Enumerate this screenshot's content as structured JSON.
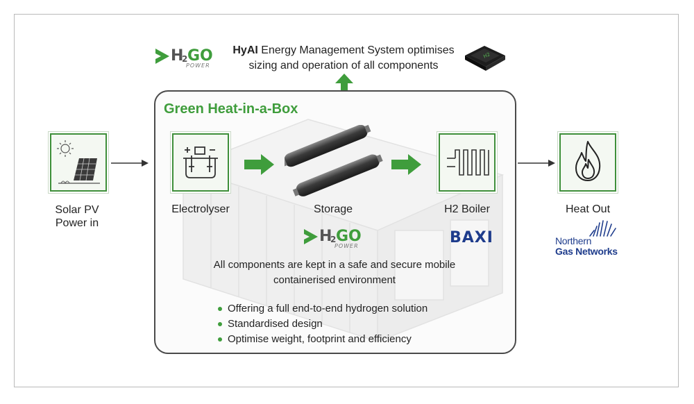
{
  "ems": {
    "brand": "HyAI",
    "line1_rest": " Energy Management System optimises",
    "line2": "sizing and operation of all components"
  },
  "logo": {
    "h": "H",
    "sub": "2",
    "go": "GO",
    "power": "POWER"
  },
  "box": {
    "title": "Green Heat-in-a-Box"
  },
  "nodes": {
    "solar": {
      "line1": "Solar PV",
      "line2": "Power in"
    },
    "electrolyser": "Electrolyser",
    "storage": "Storage",
    "boiler": "H2 Boiler",
    "heat": "Heat Out"
  },
  "caption": {
    "line1": "All components are kept in a safe and secure mobile",
    "line2": "containerised environment"
  },
  "bullets": [
    "Offering a full end-to-end hydrogen solution",
    "Standardised design",
    "Optimise weight, footprint and efficiency"
  ],
  "partners": {
    "baxi": "BAXI",
    "ngn_line1": "Northern",
    "ngn_line2": "Gas Networks"
  },
  "chip_label": "H2",
  "colors": {
    "accent_green": "#3f9d3c",
    "border_dark": "#4a4a4a",
    "baxi_blue": "#1e3c8c"
  }
}
